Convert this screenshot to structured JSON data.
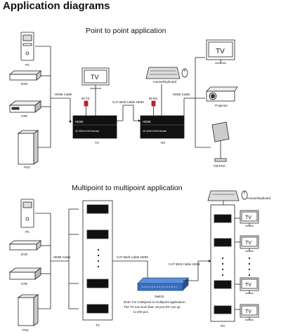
{
  "title": "Application diagrams",
  "p2p": {
    "heading": "Point to point application",
    "sources": [
      "PC",
      "DVD",
      "STB",
      "PS3"
    ],
    "hdmi_in": "HDMI Cable",
    "hdmi_out": "HDMI Cable",
    "cat": "CAT 5E/6 Cable 150M",
    "irtx": "IR-TX",
    "irrx": "IR-RX",
    "mouse_kb": "mouse/keyboard",
    "tx_label": "TX",
    "rx_label": "RX",
    "device_model_tx": "4K 150M KVM Extender",
    "device_model_rx": "4K 150M KVM Extender",
    "hdmi_logo": "HDMI",
    "tv": "TV",
    "projector": "Projector",
    "cbpad": "CB-PAD"
  },
  "mp": {
    "heading": "Multipoint to multipoint  application",
    "sources": [
      "PC",
      "DVD",
      "STB",
      "PS3"
    ],
    "hdmi": "HDMI Cable",
    "cat_left": "CAT 5E/6 Cable 150M",
    "cat_right": "CAT 5E/6 Cable 150M",
    "mouse_kb": "mouse/keyboard",
    "tx_label": "TX",
    "rx_label": "RX",
    "switch_label": "Switch",
    "note": "Note: For multipoint to multipoint application,",
    "note2": "The TX not more than 16 pcs,RX can up",
    "note3": "to 200 pcs.",
    "tv": "TV",
    "dots": "• • • •"
  }
}
